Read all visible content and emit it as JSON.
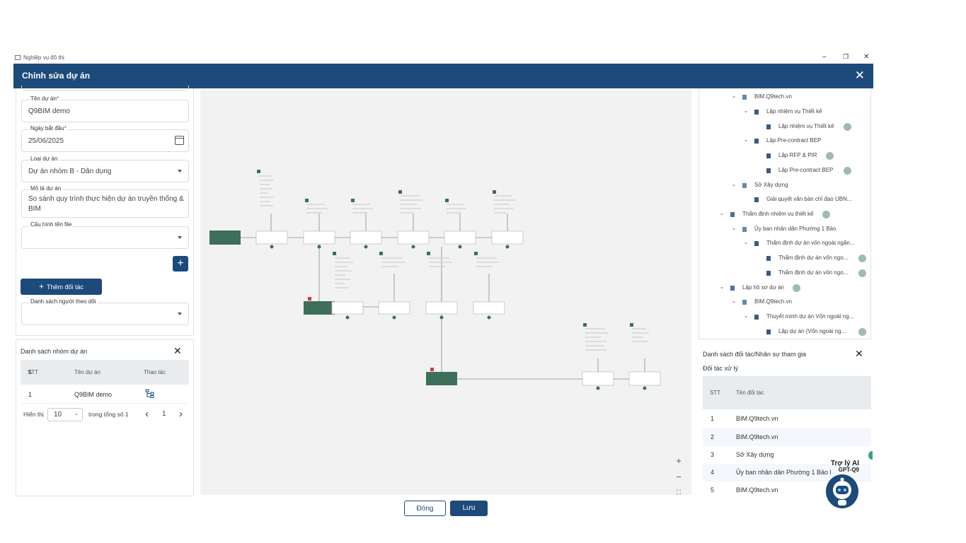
{
  "window": {
    "title": "Nghiệp vụ đô thị",
    "minimize": "–",
    "maximize": "❐",
    "close": "✕"
  },
  "modal": {
    "title": "Chỉnh sửa dự án",
    "close_icon": "✕"
  },
  "form": {
    "project_name": {
      "label": "Tên dự án",
      "required": "*",
      "value": "Q9BIM demo"
    },
    "start_date": {
      "label": "Ngày bắt đầu",
      "required": "*",
      "value": "25/06/2025"
    },
    "project_type": {
      "label": "Loại dự án",
      "value": "Dự án nhóm B - Dân dụng"
    },
    "description": {
      "label": "Mô tả dự án",
      "value": "So sánh quy trình thực hiện dự án truyền thống & BIM"
    },
    "file_config": {
      "label": "Cấu hình tên file",
      "value": ""
    },
    "add_icon": "+",
    "add_partner": {
      "icon": "+",
      "label": "Thêm đối tác"
    },
    "followers": {
      "label": "Danh sách người theo dõi",
      "value": ""
    }
  },
  "group_panel": {
    "title": "Danh sách nhóm dự án",
    "close_icon": "✕",
    "columns": [
      "STT",
      "Tên dự án",
      "Thao tác"
    ],
    "sort_icon": "⇅",
    "rows": [
      {
        "stt": "1",
        "name": "Q9BIM demo",
        "action_icon": "tree-icon"
      }
    ],
    "pager": {
      "show": "Hiển thị",
      "page_size": "10",
      "total": "trong tổng số 1",
      "prev": "‹",
      "page": "1",
      "next": "›"
    }
  },
  "canvas": {
    "zoom_in": "+",
    "zoom_out": "−",
    "fit": "⛶"
  },
  "tree": [
    {
      "level": 1,
      "type": "folder",
      "label": "BIM.Q9tech.vn",
      "chevron": "⌄",
      "user": false
    },
    {
      "level": 2,
      "type": "folder-dark",
      "label": "Lập nhiệm vụ Thiết kế",
      "chevron": "⌄",
      "user": false
    },
    {
      "level": 3,
      "type": "doc",
      "label": "Lập nhiệm vụ Thiết kế",
      "chevron": "",
      "user": true
    },
    {
      "level": 2,
      "type": "folder-dark",
      "label": "Lập Pre-contract BEP",
      "chevron": "⌄",
      "user": false
    },
    {
      "level": 3,
      "type": "doc",
      "label": "Lập RFP & PIR",
      "chevron": "",
      "user": true
    },
    {
      "level": 3,
      "type": "doc",
      "label": "Lập Pre-contract BEP",
      "chevron": "",
      "user": true
    },
    {
      "level": 1,
      "type": "folder",
      "label": "Sở Xây dựng",
      "chevron": "⌄",
      "user": false
    },
    {
      "level": 2,
      "type": "folder-dark",
      "label": "Giải quyết văn bản chỉ đạo UBN...",
      "chevron": "",
      "user": false
    },
    {
      "level": 0,
      "type": "flow",
      "label": "Thẩm định nhiệm vụ thiết kế",
      "chevron": "⌄",
      "user": true
    },
    {
      "level": 1,
      "type": "folder",
      "label": "Ủy ban nhân dân Phường 1 Bảo",
      "chevron": "⌄",
      "user": false
    },
    {
      "level": 2,
      "type": "folder-dark",
      "label": "Thẩm định dự án vốn ngoài ngân...",
      "chevron": "⌄",
      "user": false
    },
    {
      "level": 3,
      "type": "doc",
      "label": "Thẩm định dự án vốn ngo...",
      "chevron": "",
      "user": true
    },
    {
      "level": 3,
      "type": "doc",
      "label": "Thẩm định dự án vốn ngo...",
      "chevron": "",
      "user": true
    },
    {
      "level": 0,
      "type": "flow",
      "label": "Lập hồ sơ dự án",
      "chevron": "⌄",
      "user": true
    },
    {
      "level": 1,
      "type": "folder",
      "label": "BIM.Q9tech.vn",
      "chevron": "⌄",
      "user": false
    },
    {
      "level": 2,
      "type": "folder-dark",
      "label": "Thuyết minh dự án Vốn ngoài ng...",
      "chevron": "⌄",
      "user": false
    },
    {
      "level": 3,
      "type": "doc",
      "label": "Lập dự án (Vốn ngoài ng...",
      "chevron": "",
      "user": true
    }
  ],
  "partner_panel": {
    "title": "Danh sách đối tác/Nhân sự tham gia",
    "close_icon": "✕",
    "subtitle": "Đối tác xử lý",
    "columns": [
      "STT",
      "Tên đối tác"
    ],
    "rows": [
      {
        "stt": "1",
        "name": "BIM.Q9tech.vn"
      },
      {
        "stt": "2",
        "name": "BIM.Q9tech.vn"
      },
      {
        "stt": "3",
        "name": "Sở Xây dựng"
      },
      {
        "stt": "4",
        "name": "Ủy ban nhân dân Phường 1 Bảo l"
      },
      {
        "stt": "5",
        "name": "BIM.Q9tech.vn"
      }
    ]
  },
  "footer": {
    "close_label": "Đóng",
    "save_label": "Lưu"
  },
  "assistant": {
    "line1": "Trợ lý AI",
    "line2": "GPT-Q9"
  },
  "colors": {
    "primary": "#1c4a7a",
    "node_green": "#3e6f5a",
    "canvas_bg": "#f2f2f2"
  }
}
